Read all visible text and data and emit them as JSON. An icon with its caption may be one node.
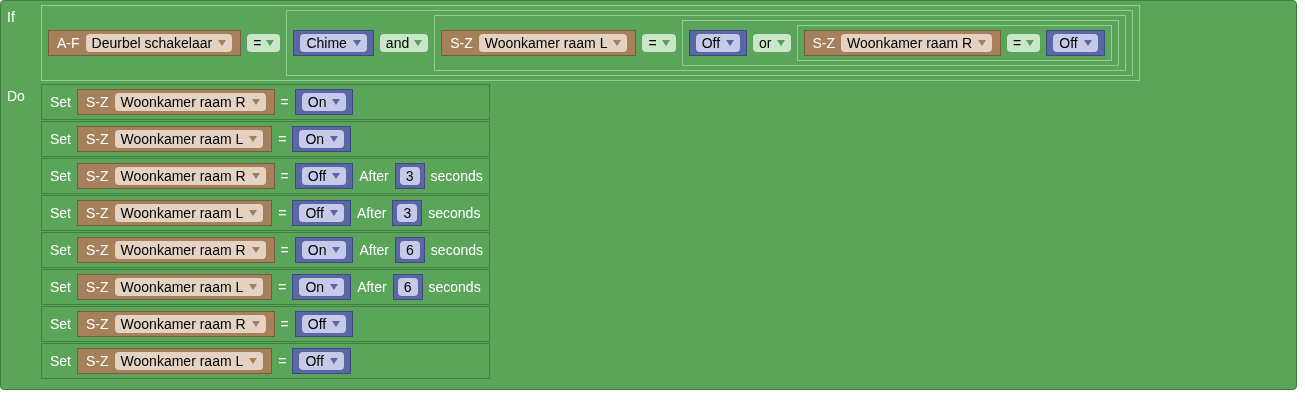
{
  "diagram": {
    "nodes": [
      {
        "text": [
          "If",
          "Do"
        ]
      },
      {
        "text": [
          "="
        ],
        "in": 0
      },
      {
        "text": [
          "A-F",
          "Deurbel schakelaar"
        ],
        "in": 1
      },
      {
        "text": [
          "and"
        ],
        "in": 1
      },
      {
        "text": [
          "Chime"
        ],
        "in": 3
      },
      {
        "text": [
          "="
        ],
        "in": 3
      },
      {
        "text": [
          "S-Z",
          "Woonkamer raam L"
        ],
        "in": 5
      },
      {
        "text": [
          "or"
        ],
        "in": 5
      },
      {
        "text": [
          "Off"
        ],
        "in": 7
      },
      {
        "text": [
          "="
        ],
        "in": 7
      },
      {
        "text": [
          "S-Z",
          "Woonkamer raam R"
        ],
        "in": 9
      },
      {
        "text": [
          "Off"
        ],
        "in": 9
      },
      {
        "text": [
          "Set",
          "="
        ],
        "in": 0
      },
      {
        "text": [
          "S-Z",
          "Woonkamer raam R"
        ],
        "in": 12
      },
      {
        "text": [
          "On"
        ],
        "in": 12
      },
      {
        "text": [
          "Set",
          "="
        ],
        "in": 0
      },
      {
        "text": [
          "S-Z",
          "Woonkamer raam L"
        ],
        "in": 15
      },
      {
        "text": [
          "On"
        ],
        "in": 15
      },
      {
        "text": [
          "Set",
          "=",
          "After",
          "seconds"
        ],
        "in": 0
      },
      {
        "text": [
          "S-Z",
          "Woonkamer raam R"
        ],
        "in": 18
      },
      {
        "text": [
          "Off"
        ],
        "in": 18
      },
      {
        "text": [
          "3"
        ],
        "in": 18
      },
      {
        "text": [
          "Set",
          "=",
          "After",
          "seconds"
        ],
        "in": 0
      },
      {
        "text": [
          "S-Z",
          "Woonkamer raam L"
        ],
        "in": 22
      },
      {
        "text": [
          "Off"
        ],
        "in": 22
      },
      {
        "text": [
          "3"
        ],
        "in": 22
      },
      {
        "text": [
          "Set",
          "=",
          "After",
          "seconds"
        ],
        "in": 0
      },
      {
        "text": [
          "S-Z",
          "Woonkamer raam R"
        ],
        "in": 26
      },
      {
        "text": [
          "On"
        ],
        "in": 26
      },
      {
        "text": [
          "6"
        ],
        "in": 26
      },
      {
        "text": [
          "Set",
          "=",
          "After",
          "seconds"
        ],
        "in": 0
      },
      {
        "text": [
          "S-Z",
          "Woonkamer raam L"
        ],
        "in": 30
      },
      {
        "text": [
          "On"
        ],
        "in": 30
      },
      {
        "text": [
          "6"
        ],
        "in": 30
      },
      {
        "text": [
          "Set",
          "="
        ],
        "in": 0
      },
      {
        "text": [
          "S-Z",
          "Woonkamer raam R"
        ],
        "in": 34
      },
      {
        "text": [
          "Off"
        ],
        "in": 34
      },
      {
        "text": [
          "Set",
          "="
        ],
        "in": 0
      },
      {
        "text": [
          "S-Z",
          "Woonkamer raam L"
        ],
        "in": 37
      },
      {
        "text": [
          "Off"
        ],
        "in": 37
      }
    ]
  }
}
